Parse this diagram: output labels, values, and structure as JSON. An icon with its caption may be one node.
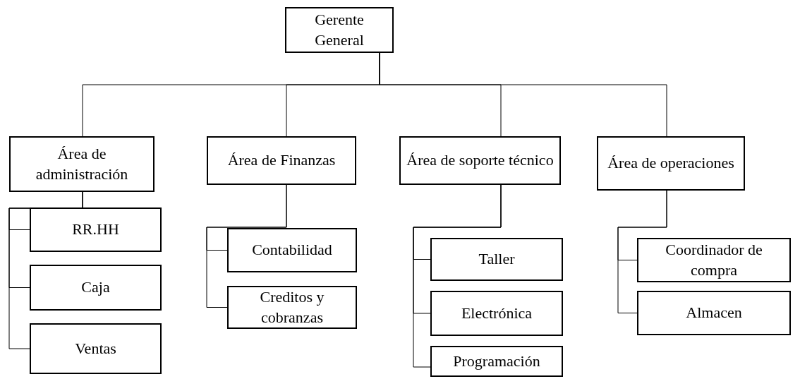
{
  "diagram": {
    "nodes": [
      {
        "text": [
          "Gerente General"
        ]
      },
      {
        "text": [
          "Área de administración"
        ]
      },
      {
        "text": [
          "Área de Finanzas"
        ]
      },
      {
        "text": [
          "Área de soporte técnico"
        ]
      },
      {
        "text": [
          "Área de operaciones"
        ]
      },
      {
        "text": [
          "RR.HH"
        ]
      },
      {
        "text": [
          "Caja"
        ]
      },
      {
        "text": [
          "Ventas"
        ]
      },
      {
        "text": [
          "Contabilidad"
        ]
      },
      {
        "text": [
          "Creditos y cobranzas"
        ]
      },
      {
        "text": [
          "Taller"
        ]
      },
      {
        "text": [
          "Electrónica"
        ]
      },
      {
        "text": [
          "Programación"
        ]
      },
      {
        "text": [
          "Coordinador de compra"
        ]
      },
      {
        "text": [
          "Almacen"
        ]
      }
    ],
    "edges": [
      {
        "from": 0,
        "to": 1,
        "arrow": "none"
      },
      {
        "from": 0,
        "to": 2,
        "arrow": "none"
      },
      {
        "from": 0,
        "to": 3,
        "arrow": "none"
      },
      {
        "from": 0,
        "to": 4,
        "arrow": "none"
      },
      {
        "from": 1,
        "to": 5,
        "arrow": "none"
      },
      {
        "from": 1,
        "to": 6,
        "arrow": "none"
      },
      {
        "from": 1,
        "to": 7,
        "arrow": "none"
      },
      {
        "from": 2,
        "to": 8,
        "arrow": "none"
      },
      {
        "from": 2,
        "to": 9,
        "arrow": "none"
      },
      {
        "from": 3,
        "to": 10,
        "arrow": "none"
      },
      {
        "from": 3,
        "to": 11,
        "arrow": "none"
      },
      {
        "from": 3,
        "to": 12,
        "arrow": "none"
      },
      {
        "from": 4,
        "to": 13,
        "arrow": "none"
      },
      {
        "from": 4,
        "to": 14,
        "arrow": "none"
      }
    ]
  }
}
